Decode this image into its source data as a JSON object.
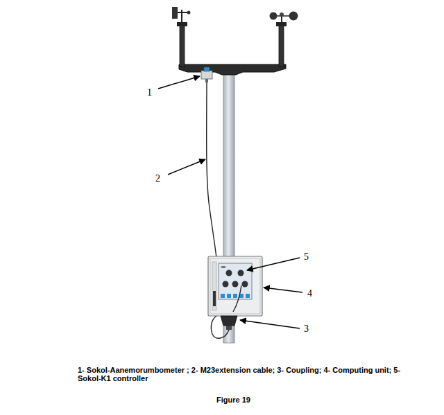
{
  "diagram": {
    "caption": "1- Sokol-Aanemorumbometer ; 2- M23extension cable; 3- Coupling; 4- Computing unit; 5- Sokol-K1 controller",
    "labels": [
      "1",
      "2",
      "3",
      "4",
      "5",
      "Figure 19"
    ]
  }
}
